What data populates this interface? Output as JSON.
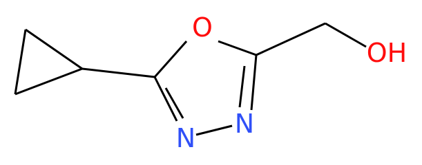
{
  "molecule": {
    "atoms": {
      "ring_oxygen": "O",
      "nitrogen_left": "N",
      "nitrogen_right": "N",
      "hydroxyl": "OH"
    },
    "colors": {
      "oxygen": "#ff0d0d",
      "nitrogen": "#3050f8",
      "bond": "#000000",
      "background": "#ffffff"
    }
  }
}
